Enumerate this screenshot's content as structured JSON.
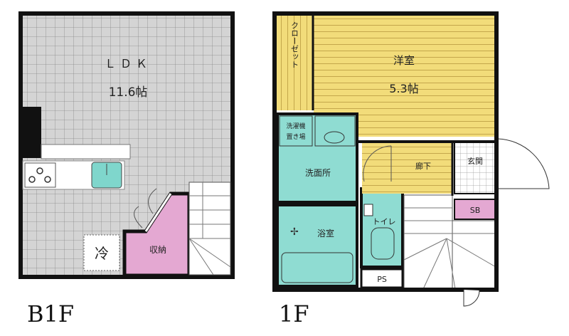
{
  "floors": [
    {
      "label": "B1F",
      "rooms": {
        "ldk_name": "ＬＤＫ",
        "ldk_size": "11.6帖",
        "fridge": "冷",
        "storage": "収納"
      }
    },
    {
      "label": "1F",
      "rooms": {
        "closet": "クローゼット",
        "western_name": "洋室",
        "western_size": "5.3帖",
        "washer_line1": "洗濯機",
        "washer_line2": "置き場",
        "washroom": "洗面所",
        "bath": "浴室",
        "toilet": "トイレ",
        "ps": "PS",
        "corridor": "廊下",
        "entrance": "玄関",
        "shoe_box": "SB"
      }
    }
  ],
  "colors": {
    "wall": "#111111",
    "ldk_floor": "#d4d4d4",
    "yellow_floor": "#f2dc7a",
    "wet_area": "#8fdcd2",
    "pink": "#e4a8d2"
  }
}
